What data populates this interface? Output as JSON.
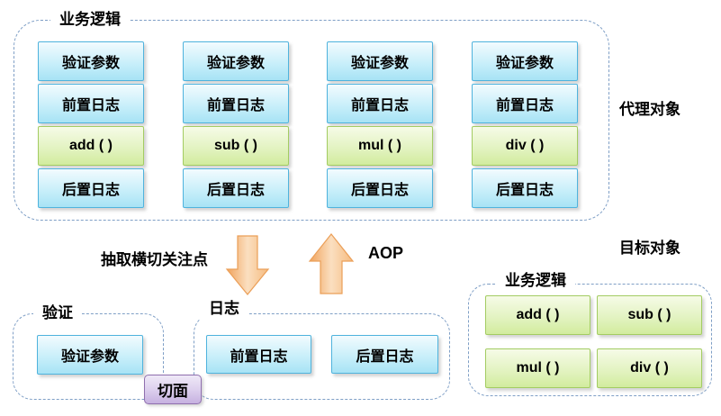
{
  "proxy": {
    "container_label": "业务逻辑",
    "side_label": "代理对象",
    "columns": [
      {
        "validate": "验证参数",
        "pre_log": "前置日志",
        "method": "add ( )",
        "post_log": "后置日志"
      },
      {
        "validate": "验证参数",
        "pre_log": "前置日志",
        "method": "sub ( )",
        "post_log": "后置日志"
      },
      {
        "validate": "验证参数",
        "pre_log": "前置日志",
        "method": "mul ( )",
        "post_log": "后置日志"
      },
      {
        "validate": "验证参数",
        "pre_log": "前置日志",
        "method": "div ( )",
        "post_log": "后置日志"
      }
    ]
  },
  "transform": {
    "extract_label": "抽取横切关注点",
    "aop_label": "AOP"
  },
  "validation": {
    "container_label": "验证",
    "boxes": [
      "验证参数"
    ]
  },
  "logging": {
    "container_label": "日志",
    "boxes": [
      "前置日志",
      "后置日志"
    ]
  },
  "aspect": {
    "label": "切面"
  },
  "target": {
    "container_label": "业务逻辑",
    "side_label": "目标对象",
    "methods": [
      "add ( )",
      "sub ( )",
      "mul ( )",
      "div ( )"
    ]
  },
  "colors": {
    "dashed_border": "#7f9fc6",
    "blue_box_border": "#4fb3dd",
    "blue_box_fill": "#a7e3f5",
    "green_box_border": "#a3cc62",
    "green_box_fill": "#d2ec9e",
    "purple_border": "#8f6fae",
    "purple_fill": "#c6b1e0",
    "arrow_orange": "#f3ad68"
  }
}
